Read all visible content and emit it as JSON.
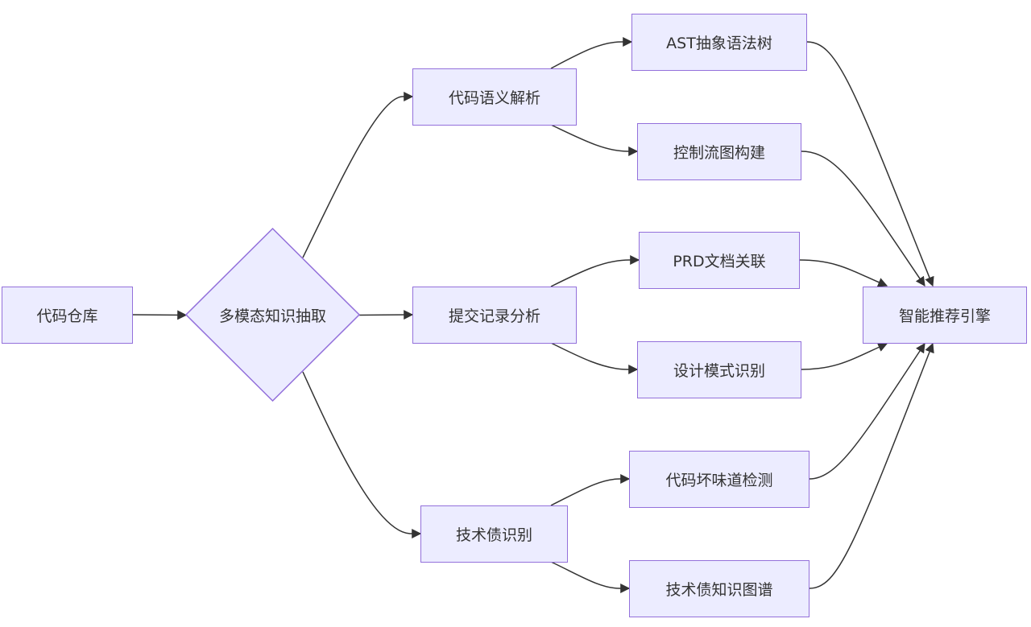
{
  "diagram": {
    "type": "flowchart",
    "direction": "LR",
    "colors": {
      "node_fill": "#ECECFF",
      "node_stroke": "#9370DB",
      "edge": "#333333",
      "text": "#333333"
    },
    "nodes": {
      "repo": {
        "label": "代码仓库",
        "shape": "rect"
      },
      "extract": {
        "label": "多模态知识抽取",
        "shape": "diamond"
      },
      "semantic": {
        "label": "代码语义解析",
        "shape": "rect"
      },
      "commit": {
        "label": "提交记录分析",
        "shape": "rect"
      },
      "debt": {
        "label": "技术债识别",
        "shape": "rect"
      },
      "ast": {
        "label": "AST抽象语法树",
        "shape": "rect"
      },
      "cfg": {
        "label": "控制流图构建",
        "shape": "rect"
      },
      "prd": {
        "label": "PRD文档关联",
        "shape": "rect"
      },
      "pattern": {
        "label": "设计模式识别",
        "shape": "rect"
      },
      "smell": {
        "label": "代码坏味道检测",
        "shape": "rect"
      },
      "debtgraph": {
        "label": "技术债知识图谱",
        "shape": "rect"
      },
      "engine": {
        "label": "智能推荐引擎",
        "shape": "rect"
      }
    },
    "edges": [
      {
        "from": "repo",
        "to": "extract"
      },
      {
        "from": "extract",
        "to": "semantic"
      },
      {
        "from": "extract",
        "to": "commit"
      },
      {
        "from": "extract",
        "to": "debt"
      },
      {
        "from": "semantic",
        "to": "ast"
      },
      {
        "from": "semantic",
        "to": "cfg"
      },
      {
        "from": "commit",
        "to": "prd"
      },
      {
        "from": "commit",
        "to": "pattern"
      },
      {
        "from": "debt",
        "to": "smell"
      },
      {
        "from": "debt",
        "to": "debtgraph"
      },
      {
        "from": "ast",
        "to": "engine"
      },
      {
        "from": "cfg",
        "to": "engine"
      },
      {
        "from": "prd",
        "to": "engine"
      },
      {
        "from": "pattern",
        "to": "engine"
      },
      {
        "from": "smell",
        "to": "engine"
      },
      {
        "from": "debtgraph",
        "to": "engine"
      }
    ]
  }
}
